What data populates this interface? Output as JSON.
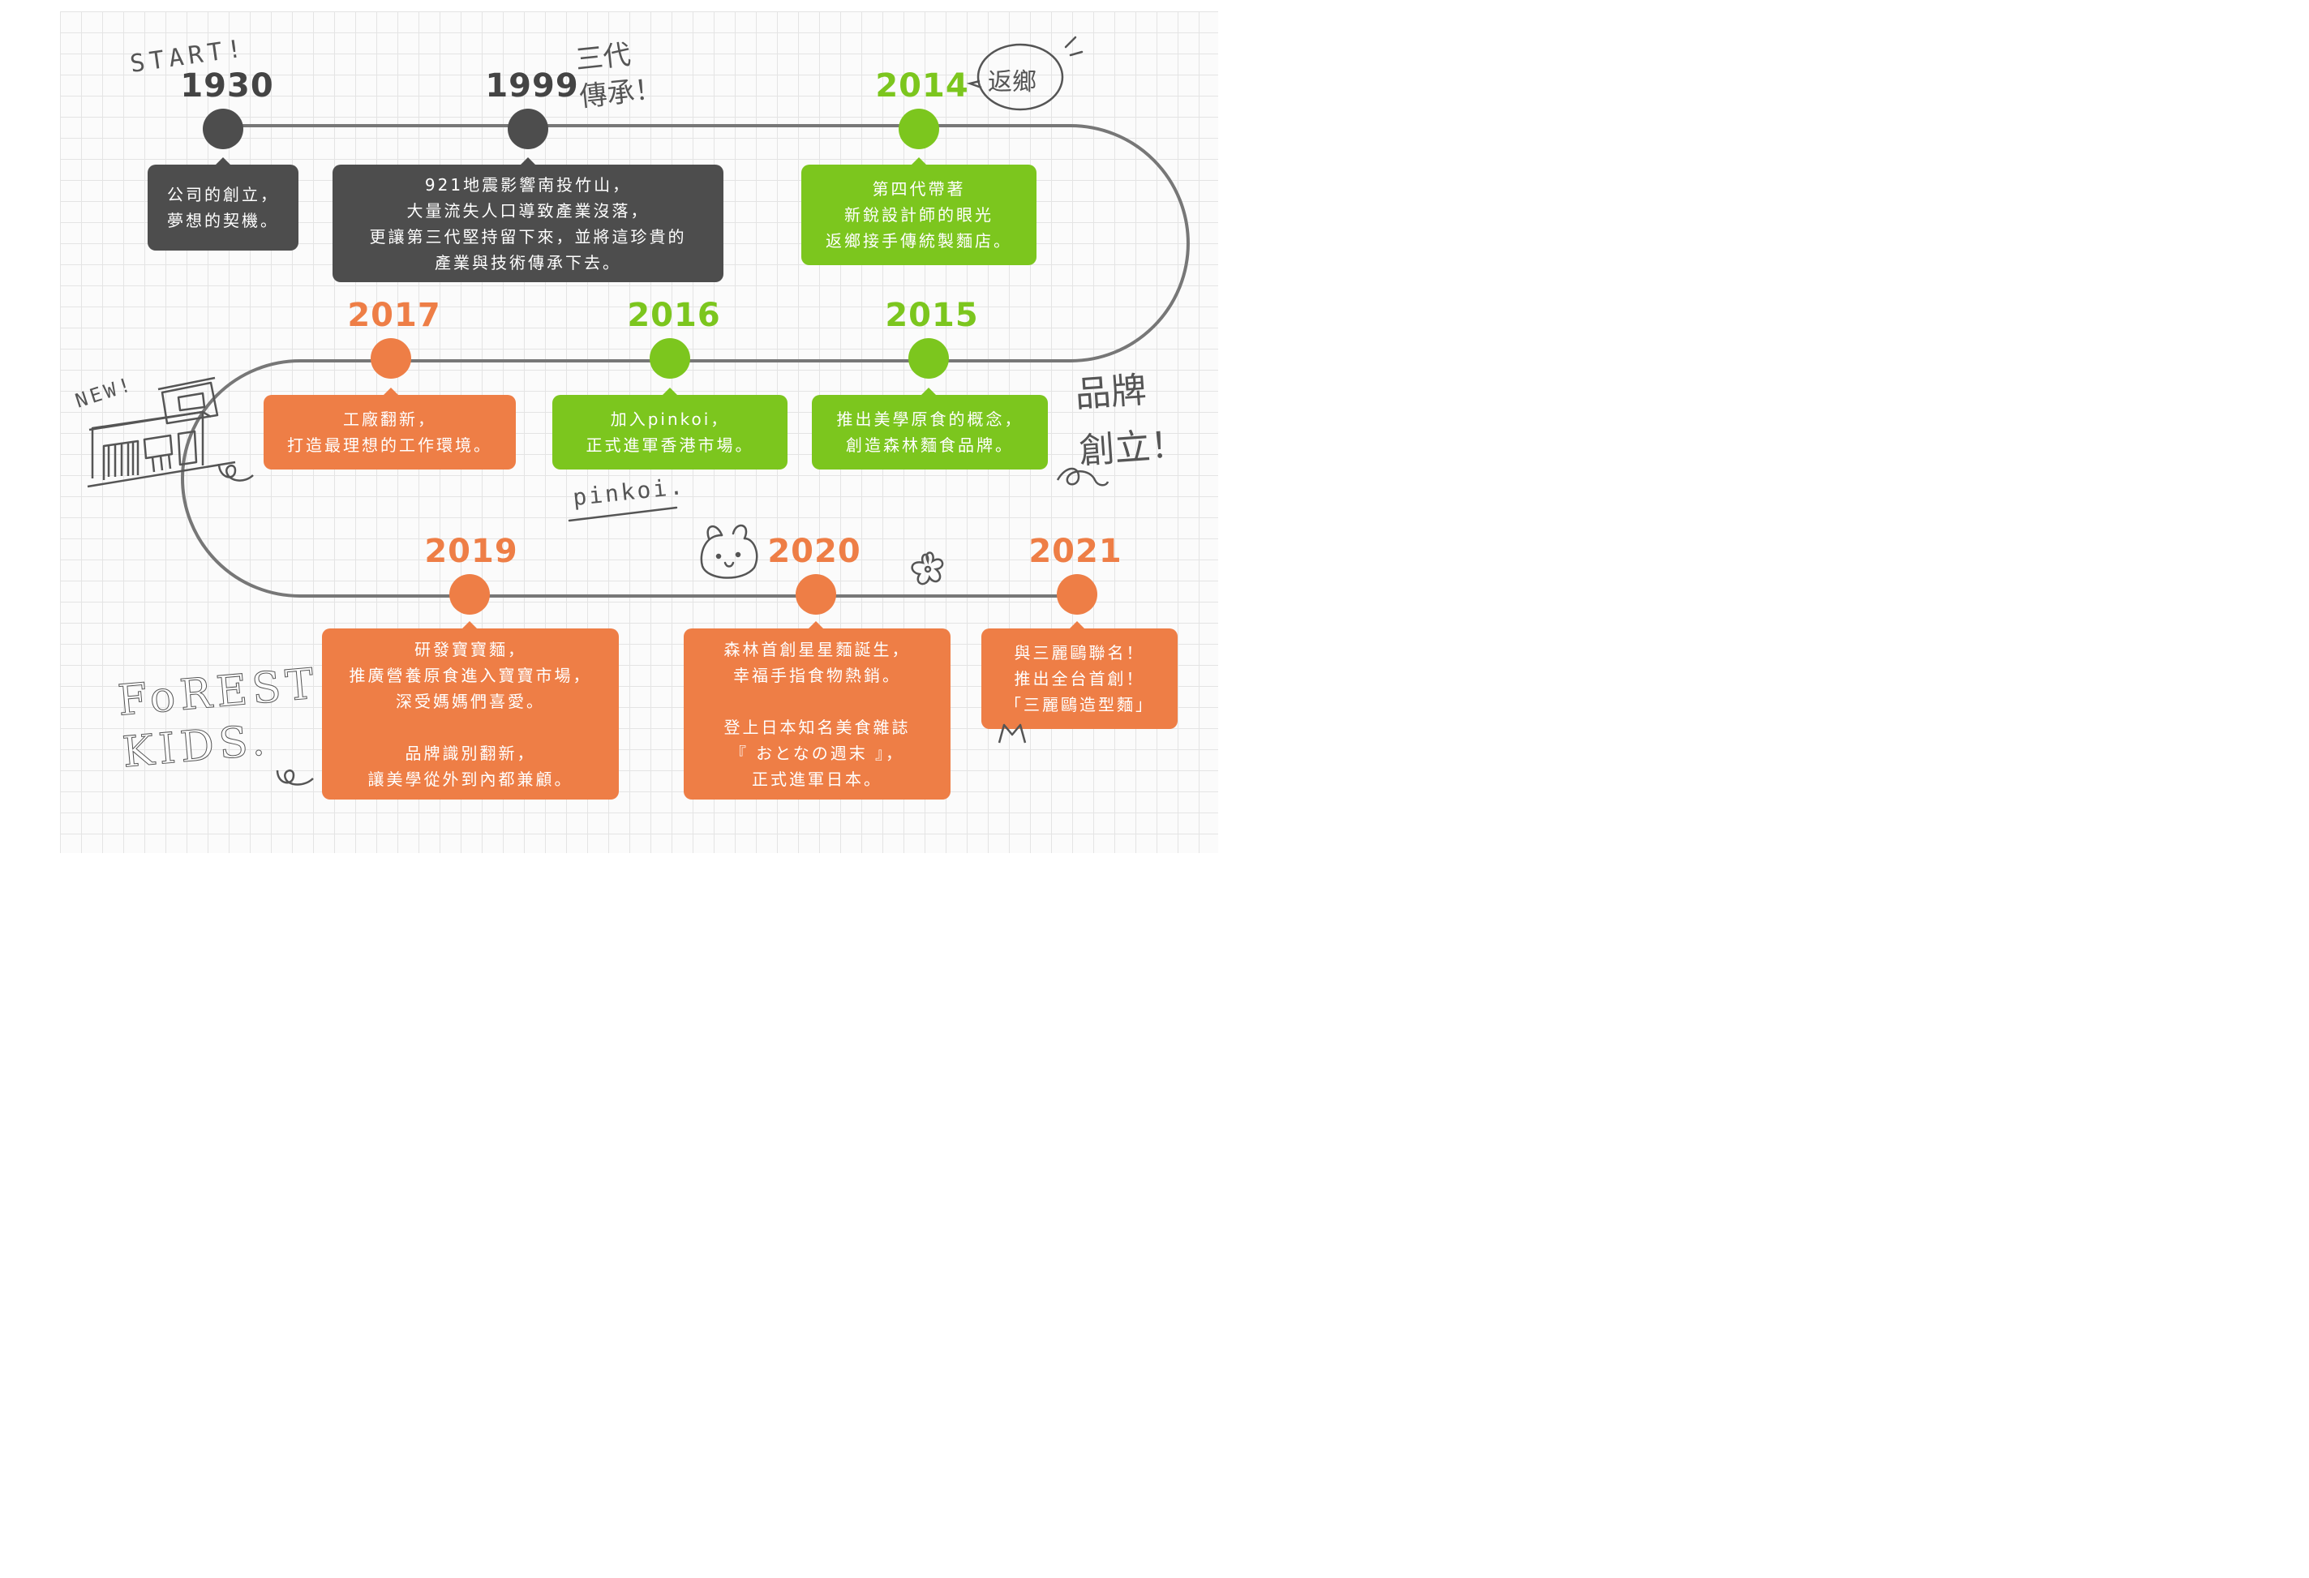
{
  "colors": {
    "dark": "#4d4d4d",
    "green": "#7cc61e",
    "orange": "#ee7e46",
    "track": "#777777"
  },
  "timeline": [
    {
      "year": "1930",
      "color": "dark",
      "text": "公司的創立，\n夢想的契機。"
    },
    {
      "year": "1999",
      "color": "dark",
      "text": "921地震影響南投竹山，\n大量流失人口導致產業沒落，\n更讓第三代堅持留下來，並將這珍貴的\n產業與技術傳承下去。"
    },
    {
      "year": "2014",
      "color": "green",
      "text": "第四代帶著\n新銳設計師的眼光\n返鄉接手傳統製麵店。"
    },
    {
      "year": "2015",
      "color": "green",
      "text": "推出美學原食的概念，\n創造森林麵食品牌。"
    },
    {
      "year": "2016",
      "color": "green",
      "text": "加入pinkoi，\n正式進軍香港市場。"
    },
    {
      "year": "2017",
      "color": "orange",
      "text": "工廠翻新，\n打造最理想的工作環境。"
    },
    {
      "year": "2019",
      "color": "orange",
      "text": "研發寶寶麵，\n推廣營養原食進入寶寶市場，\n深受媽媽們喜愛。\n\n品牌識別翻新，\n讓美學從外到內都兼顧。"
    },
    {
      "year": "2020",
      "color": "orange",
      "text": "森林首創星星麵誕生，\n幸福手指食物熱銷。\n\n登上日本知名美食雜誌\n『 おとなの週末 』，\n正式進軍日本。"
    },
    {
      "year": "2021",
      "color": "orange",
      "text": "與三麗鷗聯名！\n推出全台首創！\n「三麗鷗造型麵」"
    }
  ],
  "doodles": {
    "start": "START!",
    "three_gen": "三代\n傳承！",
    "return_home": "返鄉",
    "brand": "品牌\n創立！",
    "new": "NEW!",
    "pinkoi": "pinkoi.",
    "forest_kids": "FoREST\nKIDS."
  }
}
